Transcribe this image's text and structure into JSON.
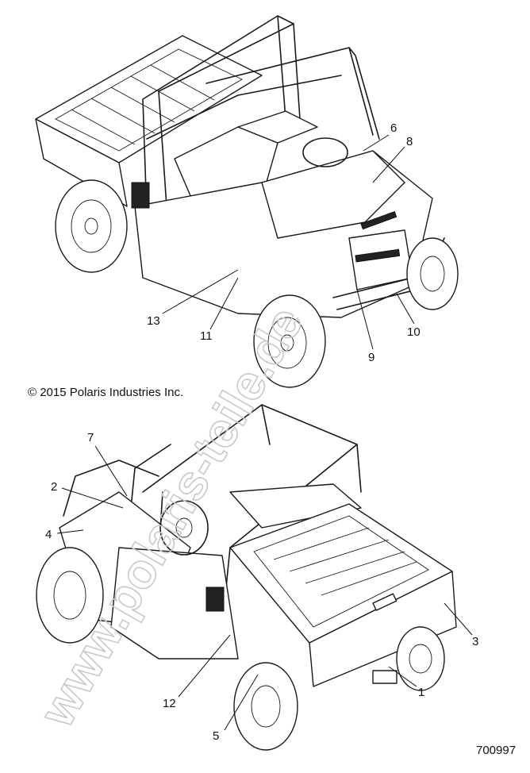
{
  "copyright": "© 2015 Polaris Industries Inc.",
  "figure_number": "700997",
  "watermark": "www.polaris-teile.de",
  "callouts_top": [
    "6",
    "8",
    "13",
    "11",
    "9",
    "10"
  ],
  "callouts_bottom": [
    "7",
    "2",
    "4",
    "12",
    "5",
    "1",
    "3"
  ]
}
